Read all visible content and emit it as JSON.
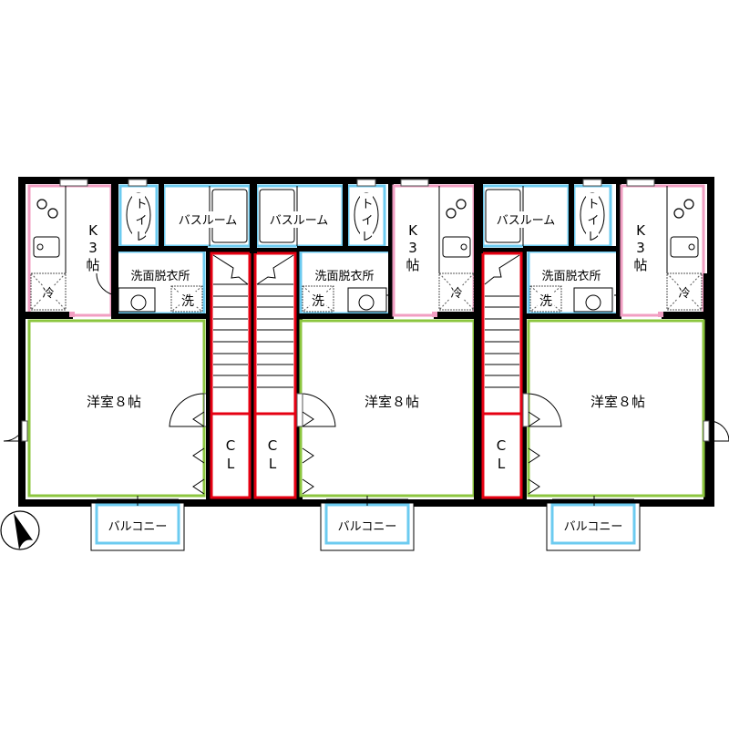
{
  "colors": {
    "wall": "#000000",
    "kitchen": "#f19ec2",
    "wet_area": "#6ccbf0",
    "living": "#8cc63f",
    "stairs_closet": "#e60012"
  },
  "units": [
    {
      "kitchen": {
        "l1": "K",
        "l2": "3",
        "l3": "帖"
      },
      "fridge": "冷",
      "toilet": {
        "l1": "ト",
        "l2": "イ",
        "l3": "レ"
      },
      "bath": "バスルーム",
      "washroom": "洗面脱衣所",
      "washer": "洗",
      "room": "洋室８帖",
      "closet": {
        "l1": "C",
        "l2": "L"
      },
      "balcony": "バルコニー"
    },
    {
      "kitchen": {
        "l1": "K",
        "l2": "3",
        "l3": "帖"
      },
      "fridge": "冷",
      "toilet": {
        "l1": "ト",
        "l2": "イ",
        "l3": "レ"
      },
      "bath": "バスルーム",
      "washroom": "洗面脱衣所",
      "washer": "洗",
      "room": "洋室８帖",
      "closet": {
        "l1": "C",
        "l2": "L"
      },
      "balcony": "バルコニー"
    },
    {
      "kitchen": {
        "l1": "K",
        "l2": "3",
        "l3": "帖"
      },
      "fridge": "冷",
      "toilet": {
        "l1": "ト",
        "l2": "イ",
        "l3": "レ"
      },
      "bath": "バスルーム",
      "washroom": "洗面脱衣所",
      "washer": "洗",
      "room": "洋室８帖",
      "closet": {
        "l1": "C",
        "l2": "L"
      },
      "balcony": "バルコニー"
    }
  ],
  "compass": {
    "icon": "north-arrow-icon"
  }
}
